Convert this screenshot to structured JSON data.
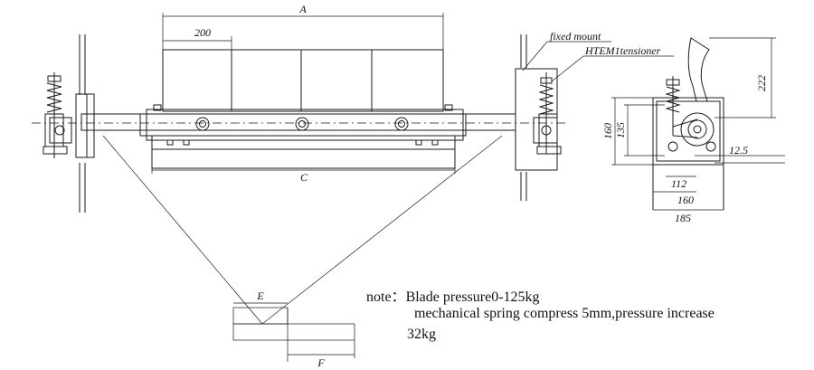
{
  "labels": {
    "fixed_mount": "fixed mount",
    "tensioner": "HTEM1tensioner"
  },
  "dimensions": {
    "A": "A",
    "d200": "200",
    "C": "C",
    "E": "E",
    "F": "F",
    "d160_left": "160",
    "d135": "135",
    "d222": "222",
    "d12_5": "12.5",
    "d112": "112",
    "d160_bottom": "160",
    "d185": "185"
  },
  "note": {
    "prefix": "note：",
    "line1": "Blade pressure0-125kg",
    "line2": "mechanical spring compress 5mm,pressure increase",
    "line3": "32kg"
  }
}
